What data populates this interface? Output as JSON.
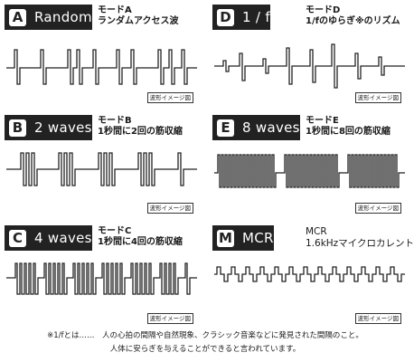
{
  "panels": [
    {
      "letter": "A",
      "name": "Random",
      "desc1": "モードA",
      "desc2": "ランダムアクセス波",
      "tag": "波形イメージ図"
    },
    {
      "letter": "D",
      "name": "1 / f",
      "desc1": "モードD",
      "desc2": "1/fのゆらぎ※のリズム",
      "tag": "波形イメージ図"
    },
    {
      "letter": "B",
      "name": "2 waves",
      "desc1": "モードB",
      "desc2": "1秒間に2回の筋収縮",
      "tag": "波形イメージ図"
    },
    {
      "letter": "E",
      "name": "8 waves",
      "desc1": "モードE",
      "desc2": "1秒間に8回の筋収縮",
      "tag": "波形イメージ図"
    },
    {
      "letter": "C",
      "name": "4 waves",
      "desc1": "モードC",
      "desc2": "1秒間に4回の筋収縮",
      "tag": "波形イメージ図"
    },
    {
      "letter": "M",
      "name": "MCR",
      "desc1": "MCR",
      "desc2": "1.6kHzマイクロカレント",
      "tag": "波形イメージ図"
    }
  ],
  "footnote": {
    "line1": "※1/fとは……　人の心拍の間隔や自然現象、クラシック音楽などに発見された間隔のこと。",
    "line2": "人体に安らぎを与えることができると言われています。"
  }
}
